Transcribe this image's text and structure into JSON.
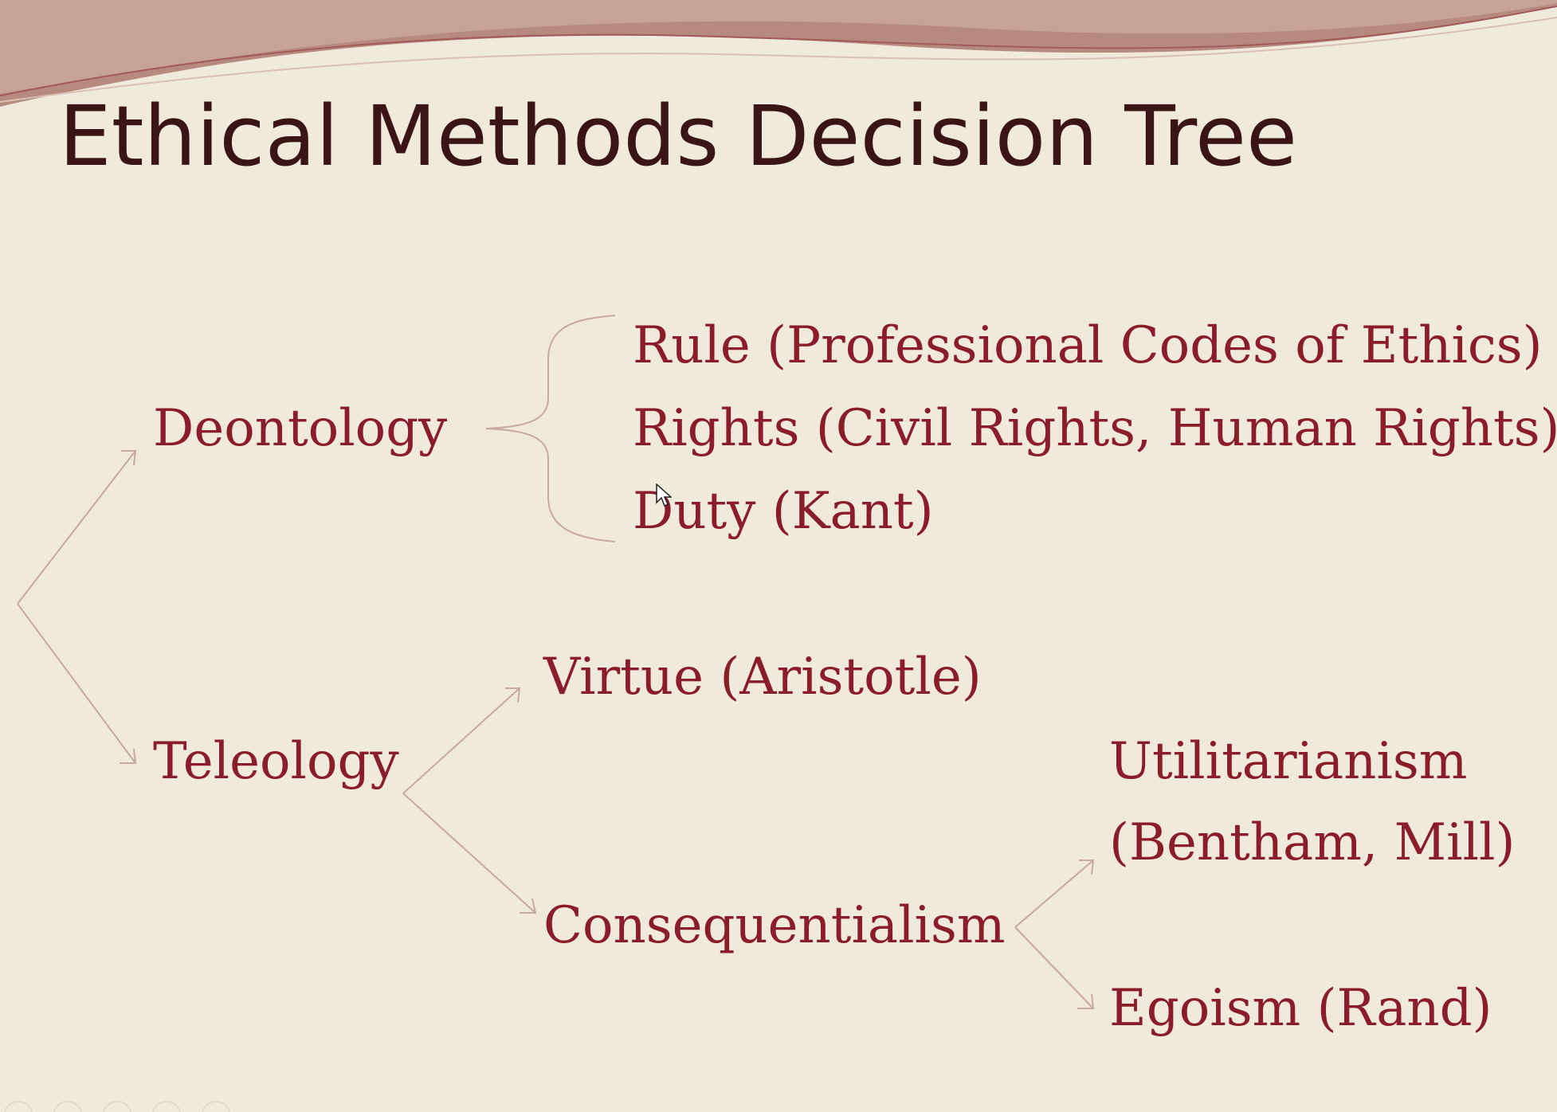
{
  "slide": {
    "title": "Ethical Methods Decision Tree"
  },
  "tree": {
    "deontology": {
      "label": "Deontology",
      "children": [
        "Rule (Professional Codes of Ethics)",
        "Rights (Civil Rights, Human Rights)",
        "Duty (Kant)"
      ]
    },
    "teleology": {
      "label": "Teleology",
      "virtue": "Virtue (Aristotle)",
      "consequentialism": {
        "label": "Consequentialism",
        "utilitarianism_line1": "Utilitarianism",
        "utilitarianism_line2": "(Bentham, Mill)",
        "egoism": "Egoism (Rand)"
      }
    }
  },
  "colors": {
    "background": "#efeadc",
    "title_text": "#3a1416",
    "node_text": "#8b1c2a",
    "connector": "#c7a8a5",
    "banner": "#b07c72"
  }
}
